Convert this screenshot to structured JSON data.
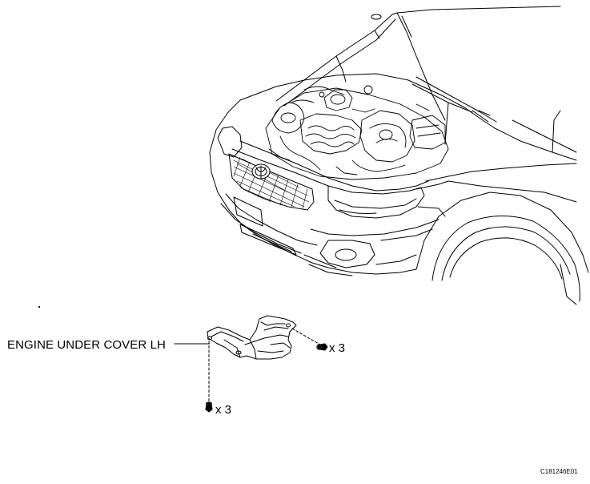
{
  "diagram": {
    "part_label": "ENGINE UNDER COVER LH",
    "fastener_right_qty": "x 3",
    "fastener_bottom_qty": "x 3",
    "figure_code": "C181246E01"
  }
}
